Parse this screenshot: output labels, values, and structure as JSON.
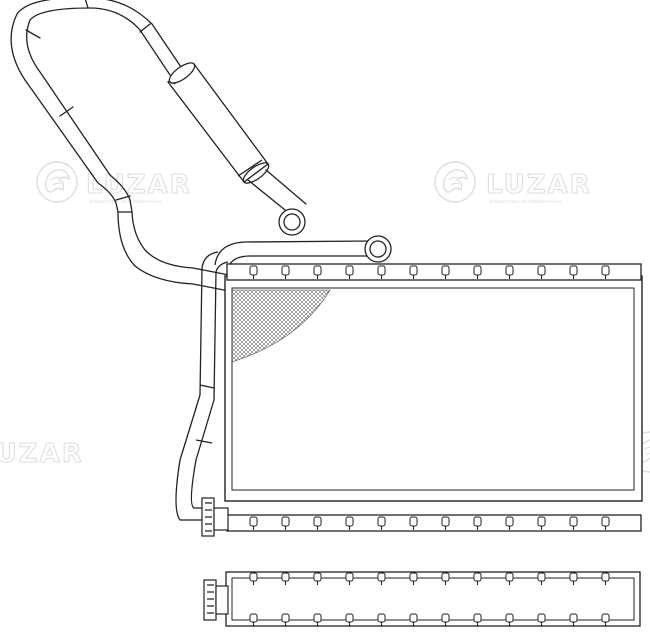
{
  "watermark": {
    "brand": "LUZAR",
    "tagline": "радиаторы автомобильные"
  },
  "drawing": {
    "subject": "heater-core",
    "stroke_color": "#222222",
    "watermark_color": "#dedede",
    "tube_slot_count_top": 12,
    "tube_slot_count_side_view": 12
  }
}
